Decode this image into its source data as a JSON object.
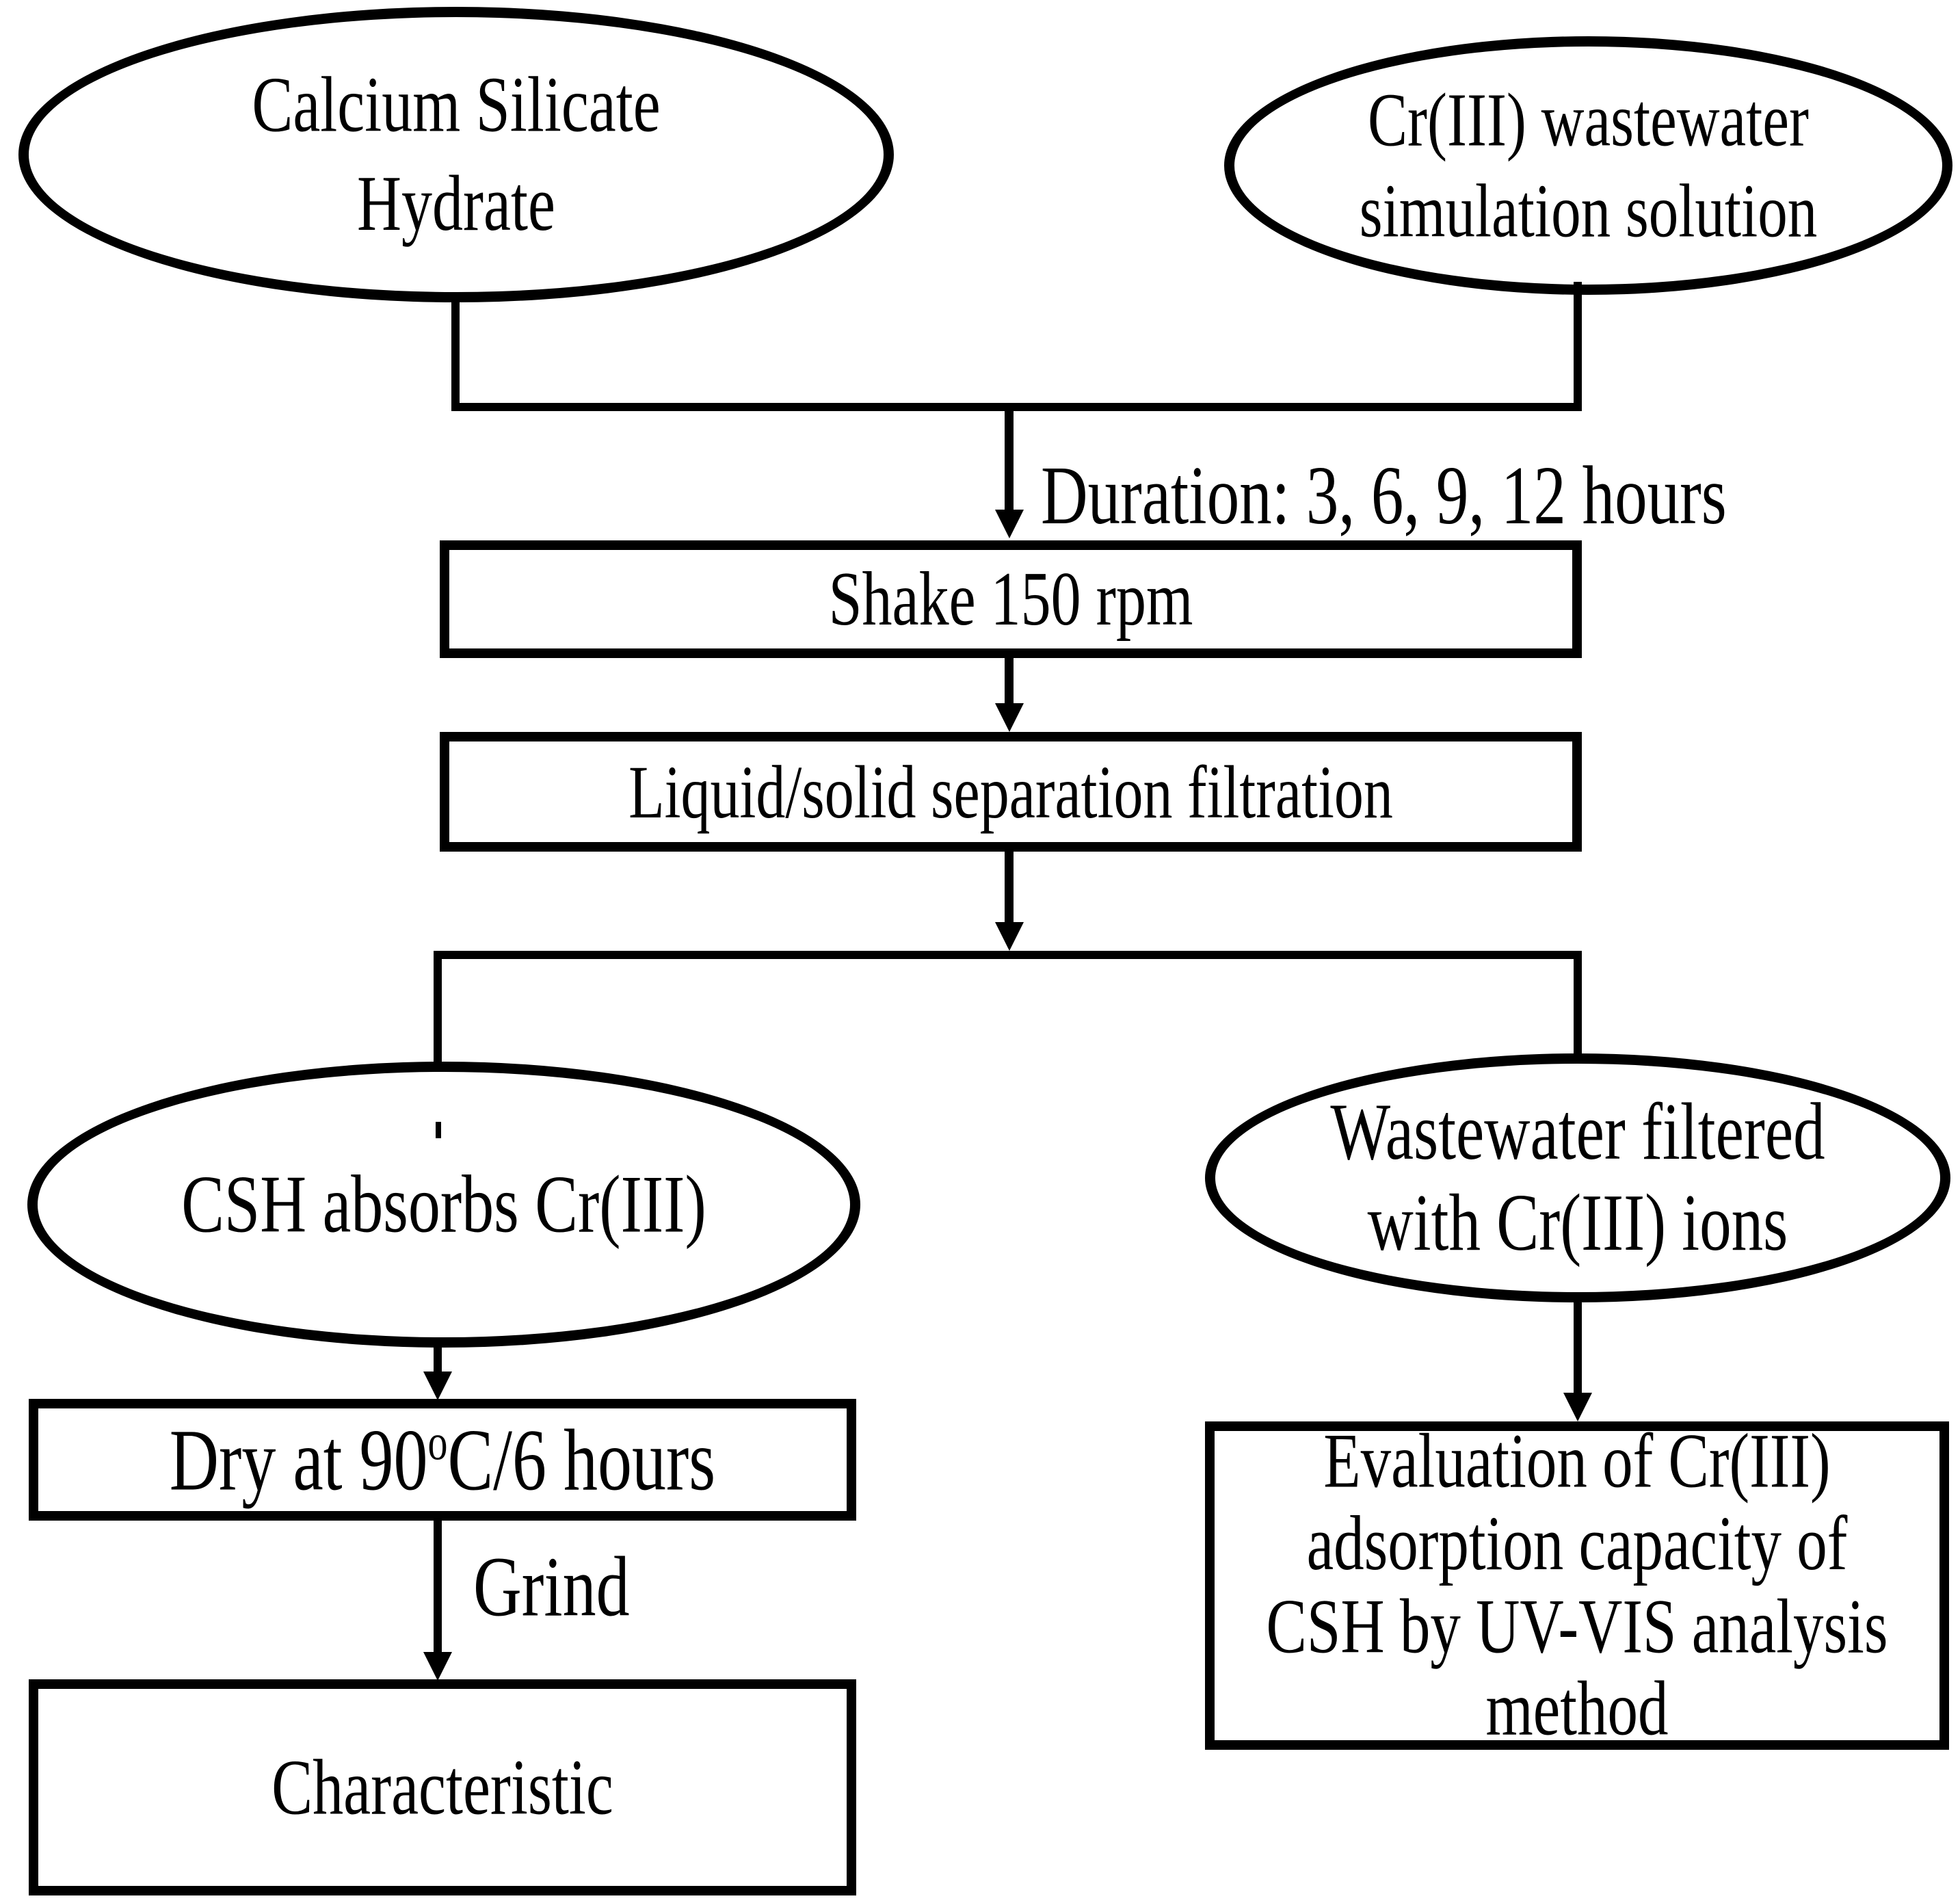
{
  "diagram": {
    "title": "CSH Cr(III) adsorption experiment flowchart",
    "colors": {
      "stroke": "#000000",
      "background": "#ffffff"
    },
    "nodes": {
      "calcium_silicate": {
        "line1": "Calcium Silicate",
        "line2": "Hydrate"
      },
      "cr_wastewater": {
        "line1": "Cr(III) wastewater",
        "line2": "simulation solution"
      },
      "shake": {
        "label": "Shake 150 rpm"
      },
      "filtration": {
        "label": "Liquid/solid separation filtration"
      },
      "csh_absorbs": {
        "label": "CSH absorbs Cr(III)"
      },
      "wastewater_filtered": {
        "line1": "Wastewater filtered",
        "line2": "with Cr(III) ions"
      },
      "dry": {
        "prefix": "Dry at 90",
        "sup": "o",
        "suffix": "C/6 hours"
      },
      "characteristic": {
        "label": "Characteristic"
      },
      "evaluation": {
        "line1": "Evaluation of Cr(III)",
        "line2": "adsorption capacity of",
        "line3": "CSH by UV-VIS analysis",
        "line4": "method"
      }
    },
    "edge_labels": {
      "duration": "Duration: 3, 6, 9, 12 hours",
      "grind": "Grind"
    }
  }
}
